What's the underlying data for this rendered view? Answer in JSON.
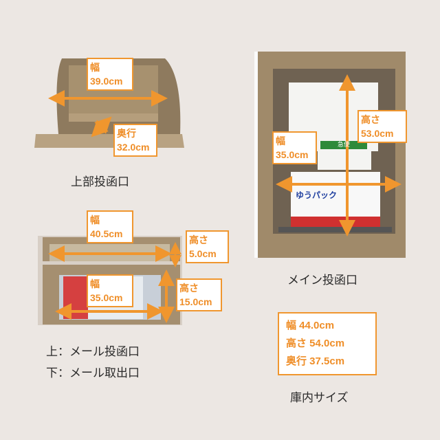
{
  "top_slot": {
    "width_label": "幅",
    "width_value": "39.0cm",
    "depth_label": "奥行",
    "depth_value": "32.0cm",
    "caption": "上部投函口"
  },
  "main_slot": {
    "height_label": "高さ",
    "height_value": "53.0cm",
    "width_label": "幅",
    "width_value": "35.0cm",
    "caption": "メイン投函口",
    "package_texts": [
      "急便",
      "ゆうパック"
    ]
  },
  "mail_slots": {
    "upper_width_label": "幅",
    "upper_width_value": "40.5cm",
    "upper_height_label": "高さ",
    "upper_height_value": "5.0cm",
    "lower_width_label": "幅",
    "lower_width_value": "35.0cm",
    "lower_height_label": "高さ",
    "lower_height_value": "15.0cm",
    "caption_upper": "上：メール投函口",
    "caption_lower": "下：メール取出口"
  },
  "interior": {
    "lines": [
      "幅 44.0cm",
      "高さ 54.0cm",
      "奥行 37.5cm"
    ],
    "caption": "庫内サイズ"
  },
  "colors": {
    "accent": "#f0962e",
    "background": "#ece7e3",
    "bronze": "#a58f70"
  }
}
